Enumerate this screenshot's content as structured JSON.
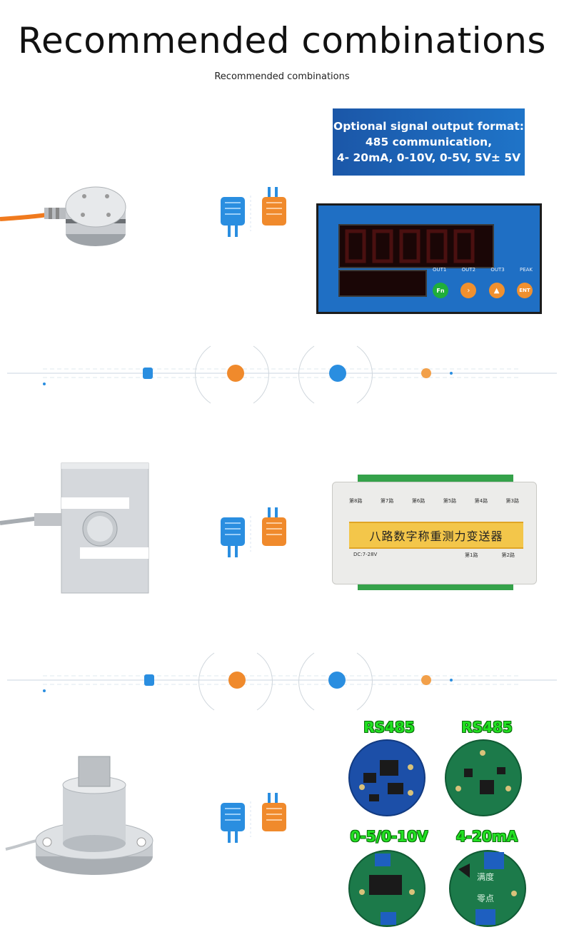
{
  "header": {
    "title": "Recommended combinations",
    "subtitle": "Recommended combinations"
  },
  "signal_box": {
    "line1": "Optional signal output format:",
    "line2": "485 communication,",
    "line3": "4- 20mA, 0-10V, 0-5V, 5V± 5V"
  },
  "indicator": {
    "led_labels": [
      "OUT1",
      "OUT2",
      "OUT3",
      "PEAK"
    ],
    "buttons": [
      "Fn",
      "",
      "",
      "ENT"
    ]
  },
  "transmitter": {
    "title": "八路数字称重测力变送器",
    "channels": [
      "第8路",
      "第7路",
      "第6路",
      "第5路",
      "第4路",
      "第3路"
    ],
    "power": "DC:7-28V",
    "bottom_channels": [
      "第1路",
      "第2路"
    ]
  },
  "boards": [
    {
      "label": "RS485"
    },
    {
      "label": "RS485"
    },
    {
      "label": "0-5/0-10V"
    },
    {
      "label": "4-20mA",
      "marks": [
        "满度",
        "零点"
      ]
    }
  ],
  "colors": {
    "accent_blue": "#1f6fc4",
    "accent_orange": "#f08a2c",
    "board_green": "#1c7a4a",
    "label_green": "#22e022"
  }
}
